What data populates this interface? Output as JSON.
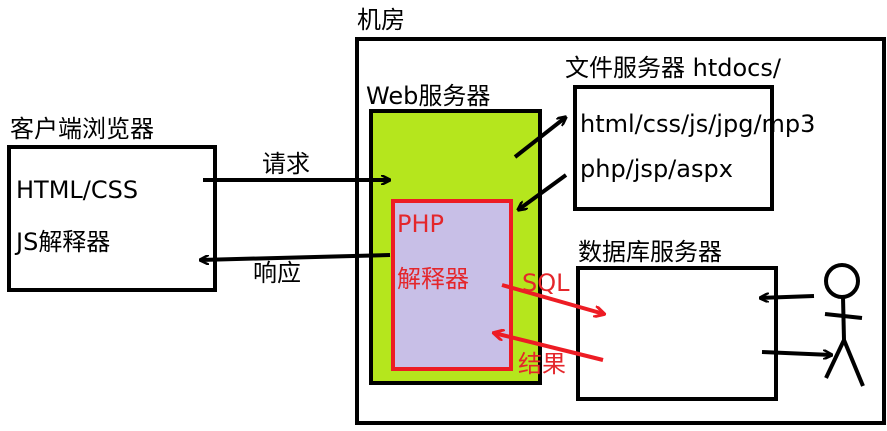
{
  "labels": {
    "machine_room": "机房",
    "file_server": "文件服务器 htdocs/",
    "file_line1": "html/css/js/jpg/mp3",
    "file_line2": "php/jsp/aspx",
    "web_server": "Web服务器",
    "php_line1": "PHP",
    "php_line2": "解释器",
    "client": "客户端浏览器",
    "client_line1": "HTML/CSS",
    "client_line2": "JS解释器",
    "request": "请求",
    "response": "响应",
    "db_server": "数据库服务器",
    "sql": "SQL",
    "result": "结果"
  },
  "colors": {
    "stroke": "#000000",
    "web_server_fill": "#b5e61d",
    "php_fill": "#c8bfe7",
    "php_border": "#ed1c24",
    "red_text": "#e4262b"
  }
}
